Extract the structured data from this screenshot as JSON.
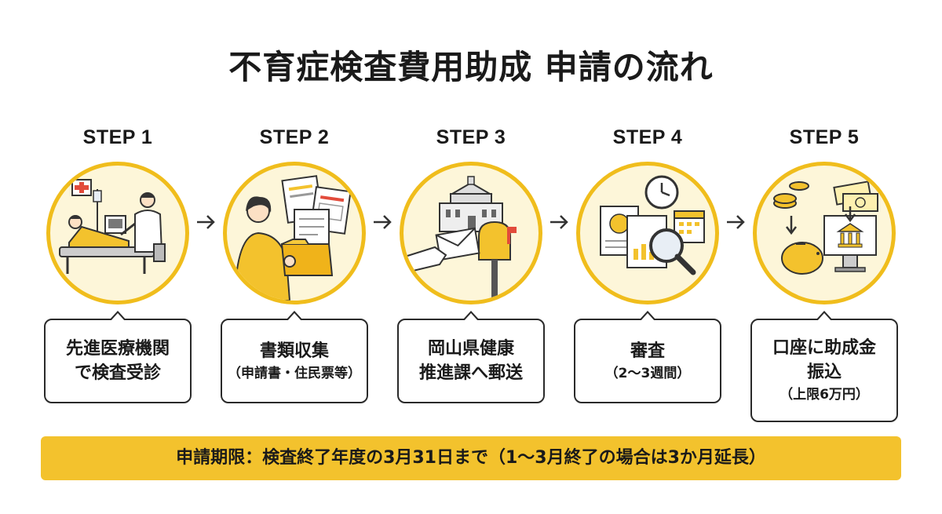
{
  "title": "不育症検査費用助成 申請の流れ",
  "steps": [
    {
      "label": "STEP 1",
      "main": "先進医療機関\nで検査受診",
      "sub": "",
      "illustration": "clinic-exam-icon"
    },
    {
      "label": "STEP 2",
      "main": "書類収集",
      "sub": "（申請書・住民票等）",
      "illustration": "documents-folder-icon"
    },
    {
      "label": "STEP 3",
      "main": "岡山県健康\n推進課へ郵送",
      "sub": "",
      "illustration": "mail-to-office-icon"
    },
    {
      "label": "STEP 4",
      "main": "審査",
      "sub": "（2〜3週間）",
      "illustration": "review-magnifier-icon"
    },
    {
      "label": "STEP 5",
      "main": "口座に助成金\n振込",
      "sub": "（上限6万円）",
      "illustration": "bank-transfer-icon"
    }
  ],
  "deadline": "申請期限：検査終了年度の3月31日まで（1〜3月終了の場合は3か月延長）",
  "colors": {
    "accent": "#f3c22d",
    "circle_border": "#f0bd1c",
    "circle_fill": "#fdf6d9",
    "text": "#1a1a1a"
  }
}
